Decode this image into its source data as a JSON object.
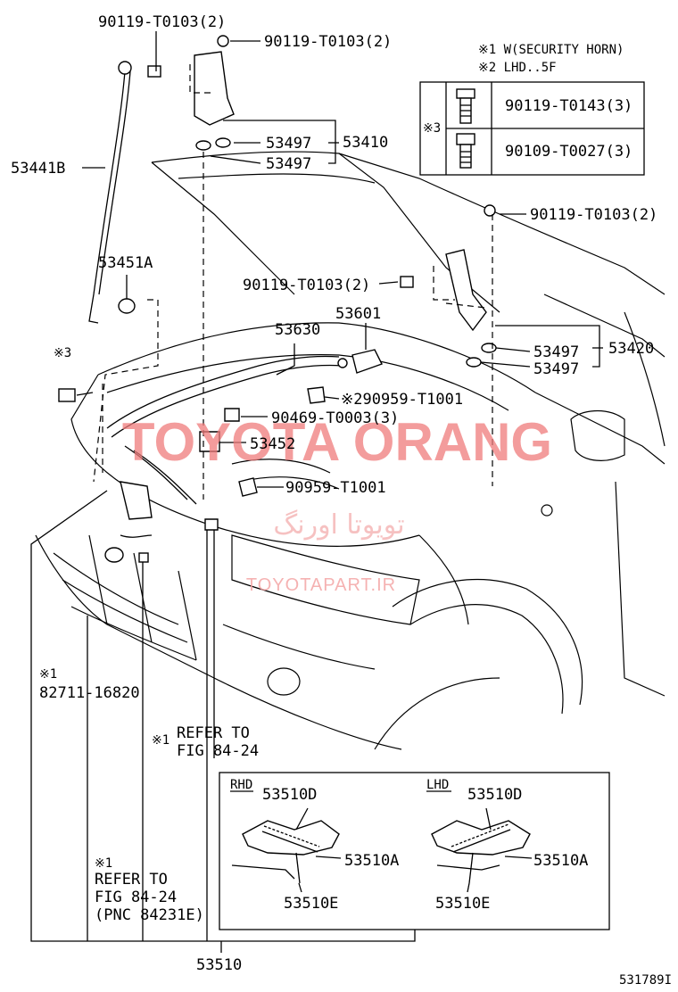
{
  "notes": {
    "note1": "※1 W(SECURITY HORN)",
    "note2": "※2 LHD..5F"
  },
  "fastener_table": {
    "marker": "※3",
    "rows": [
      {
        "part": "90119-T0143(3)"
      },
      {
        "part": "90109-T0027(3)"
      }
    ]
  },
  "callouts": {
    "c_90119_top_left": "90119-T0103(2)",
    "c_90119_top_right": "90119-T0103(2)",
    "c_53441b": "53441B",
    "c_53497_a": "53497",
    "c_53497_b": "53497",
    "c_53410": "53410",
    "c_53451a": "53451A",
    "c_90119_right": "90119-T0103(2)",
    "c_90119_mid": "90119-T0103(2)",
    "c_53630": "53630",
    "c_53601": "53601",
    "c_53497_c": "53497",
    "c_53497_d": "53497",
    "c_53420": "53420",
    "c_marker3": "※3",
    "c_90959_a": "※290959-T1001",
    "c_90469": "90469-T0003(3)",
    "c_53452": "53452",
    "c_90959_b": "90959-T1001",
    "c_82711_marker": "※1",
    "c_82711": "82711-16820",
    "c_refer1_marker": "※1",
    "c_refer1_line1": "REFER TO",
    "c_refer1_line2": "FIG 84-24",
    "c_refer2_marker": "※1",
    "c_refer2_line1": "REFER TO",
    "c_refer2_line2": "FIG 84-24",
    "c_refer2_line3": "(PNC 84231E)",
    "c_53510": "53510",
    "diagram_id": "531789I"
  },
  "detail_box": {
    "rhd": {
      "label": "RHD",
      "d": "53510D",
      "a": "53510A",
      "e": "53510E"
    },
    "lhd": {
      "label": "LHD",
      "d": "53510D",
      "a": "53510A",
      "e": "53510E"
    }
  },
  "watermark": {
    "brand": "TOYOTA ORANG",
    "site": "TOYOTAPART.IR",
    "persian": "تویوتا اورنگ"
  }
}
